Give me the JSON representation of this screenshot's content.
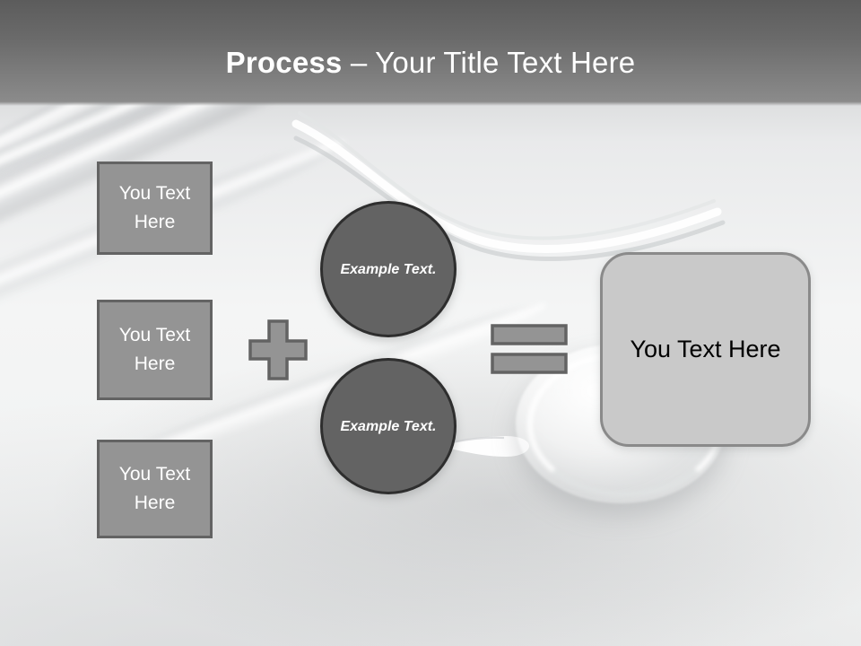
{
  "slide": {
    "title": {
      "strong": "Process",
      "rest": " – Your Title Text Here"
    },
    "theme": {
      "title_band_top": "#5c5c5c",
      "title_band_bottom": "#8b8b8b",
      "title_color": "#ffffff",
      "input_box_fill": "#949494",
      "input_box_border": "#636363",
      "input_box_text": "#ffffff",
      "circle_fill": "#636363",
      "circle_border": "#2e2e2e",
      "circle_text": "#ffffff",
      "operator_fill": "#949494",
      "operator_border": "#636363",
      "result_fill": "#c9c9c9",
      "result_border": "#8a8a8a",
      "result_text": "#000000",
      "background": "#f2f3f3"
    },
    "inputs": [
      {
        "label": "You Text Here"
      },
      {
        "label": "You Text Here"
      },
      {
        "label": "You Text Here"
      }
    ],
    "operators": {
      "plus": "plus-operator",
      "equals": "equals-operator"
    },
    "circles": [
      {
        "label": "Example Text."
      },
      {
        "label": "Example Text."
      }
    ],
    "result": {
      "label": "You Text Here"
    }
  }
}
